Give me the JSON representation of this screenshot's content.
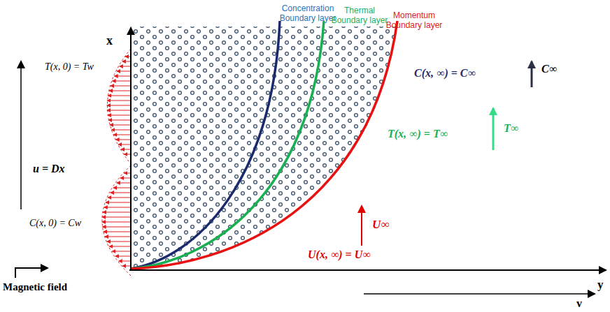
{
  "diagram": {
    "labels": [
      "Concentration Boundary layer",
      "Thermal Boundary layer",
      "Momentum Boundary layer",
      "x",
      "T(x, 0) = Tw",
      "u = Dx",
      "C(x, 0) = Cw",
      "Magnetic field",
      "C(x, ∞) = C∞",
      "C∞",
      "T(x, ∞) = T∞",
      "T∞",
      "U∞",
      "U(x, ∞) = U∞",
      "v",
      "y"
    ]
  }
}
